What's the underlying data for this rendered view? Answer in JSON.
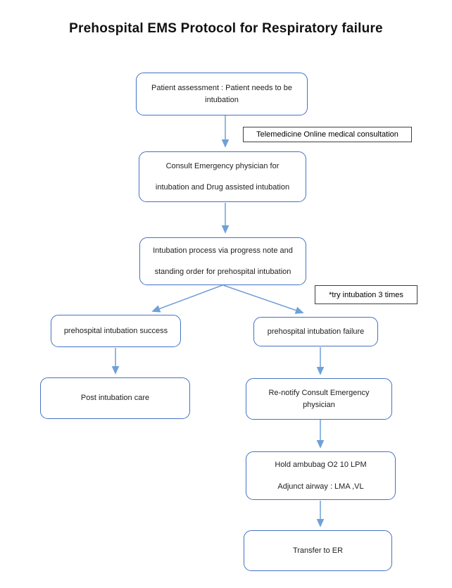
{
  "title": "Prehospital EMS Protocol for Respiratory failure",
  "colors": {
    "node_border": "#4472C4",
    "arrow": "#6FA0D8",
    "annotation_border": "#3f3f3f",
    "text": "#212121"
  },
  "nodes": {
    "assessment": {
      "line1": "Patient assessment : Patient needs to be",
      "line2": "intubation"
    },
    "consult": {
      "line1": "Consult Emergency physician for",
      "line2": "intubation and Drug assisted intubation"
    },
    "process": {
      "line1": "Intubation process via progress note and",
      "line2": "standing order for prehospital intubation"
    },
    "success": {
      "line1": "prehospital intubation success"
    },
    "failure": {
      "line1": "prehospital intubation failure"
    },
    "post_care": {
      "line1": "Post intubation care"
    },
    "renotify": {
      "line1": "Re-notify Consult Emergency",
      "line2": "physician"
    },
    "ambubag": {
      "line1": "Hold ambubag O2 10 LPM",
      "line2": "Adjunct airway : LMA ,VL"
    },
    "transfer": {
      "line1": "Transfer to ER"
    }
  },
  "annotations": {
    "telemedicine": "Telemedicine Online medical consultation",
    "try_note": "*try intubation 3 times"
  }
}
